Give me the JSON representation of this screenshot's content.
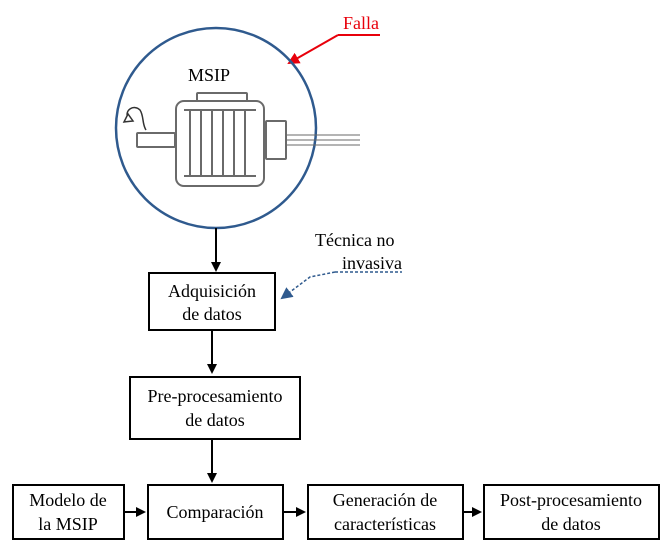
{
  "colors": {
    "fault": "#e8000b",
    "circle": "#2f5a8e",
    "dashed": "#2f5a8e",
    "motor": "#6a6a6a",
    "box": "#000000"
  },
  "labels": {
    "fault": "Falla",
    "motor": "MSIP",
    "technique_line1": "Técnica no",
    "technique_line2": "invasiva"
  },
  "boxes": {
    "acquisition": {
      "line1": "Adquisición",
      "line2": "de datos"
    },
    "preprocessing": {
      "line1": "Pre-procesamiento",
      "line2": "de datos"
    },
    "model": {
      "line1": "Modelo de",
      "line2": "la MSIP"
    },
    "comparison": {
      "line1": "Comparación"
    },
    "features": {
      "line1": "Generación de",
      "line2": "características"
    },
    "postprocessing": {
      "line1": "Post-procesamiento",
      "line2": "de datos"
    }
  },
  "icons": {
    "rotation": "rotation-arrow-icon",
    "motor": "motor-icon"
  }
}
